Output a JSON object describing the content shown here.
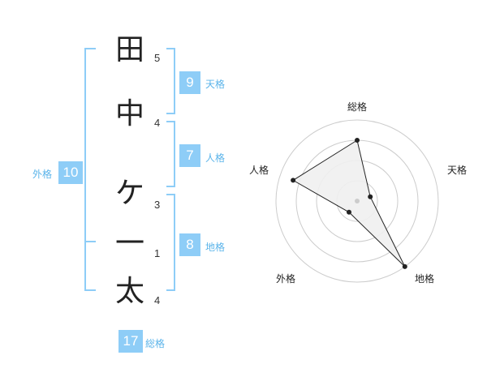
{
  "name": {
    "chars": [
      "田",
      "中",
      "ケ",
      "一",
      "太"
    ],
    "strokes": [
      "5",
      "4",
      "3",
      "1",
      "4"
    ]
  },
  "kakusu": {
    "tenkaku": {
      "value": "9",
      "label": "天格"
    },
    "jinkaku": {
      "value": "7",
      "label": "人格"
    },
    "chikaku": {
      "value": "8",
      "label": "地格"
    },
    "gaikaku": {
      "value": "10",
      "label": "外格"
    },
    "soukaku": {
      "value": "17",
      "label": "総格"
    }
  },
  "chart_data": {
    "type": "radar",
    "axes": [
      "総格",
      "天格",
      "地格",
      "外格",
      "人格"
    ],
    "values": [
      0.75,
      0.17,
      1.0,
      0.17,
      0.83
    ],
    "rlim": [
      0,
      1
    ],
    "rings": 4,
    "colors": {
      "fill": "#f0f0f0",
      "line": "#222222",
      "grid": "#cccccc"
    }
  },
  "colors": {
    "accent": "#8ecdf7",
    "accent_text": "#5bb4ea"
  }
}
